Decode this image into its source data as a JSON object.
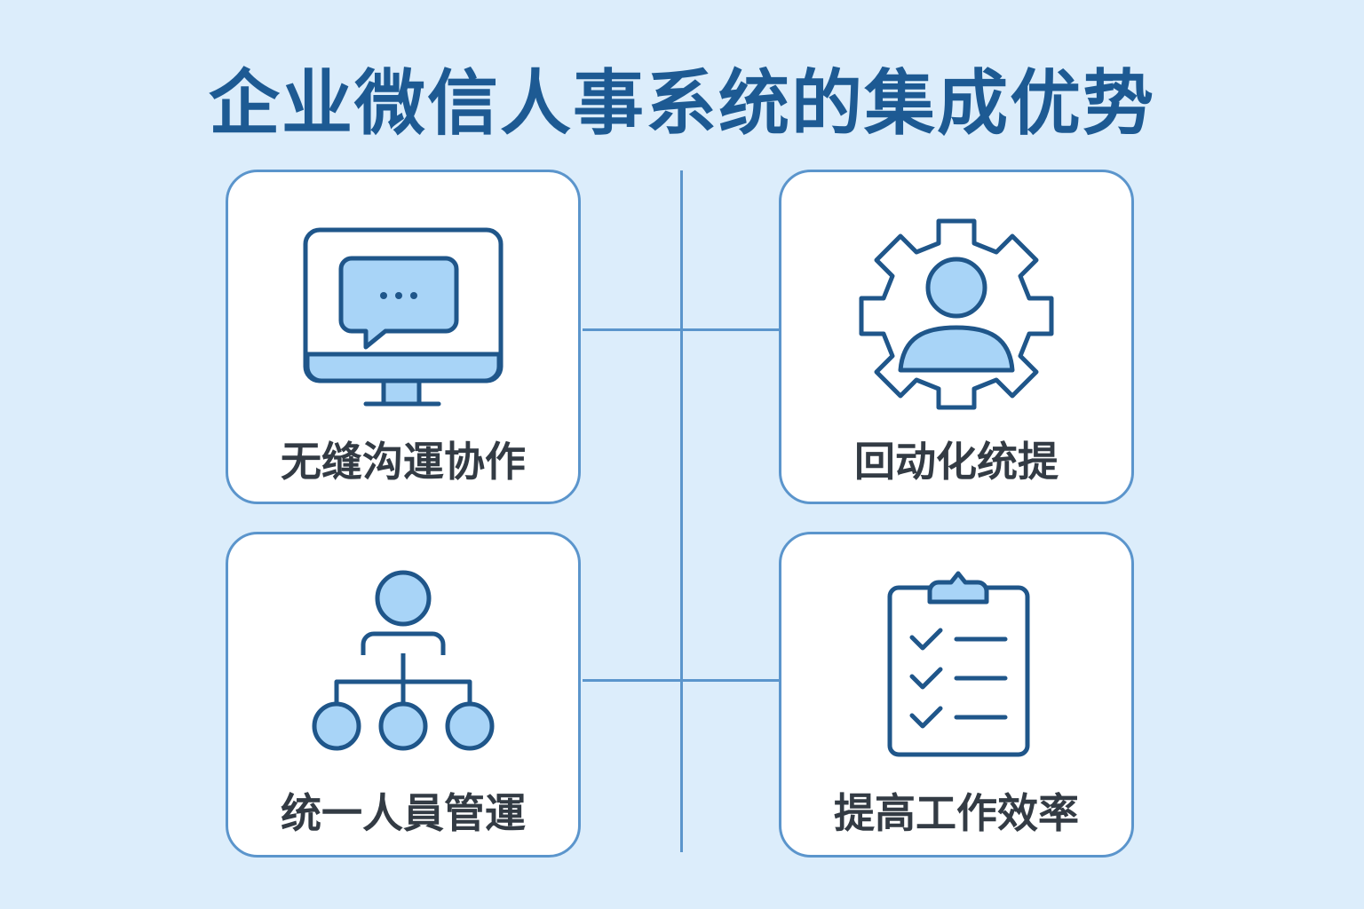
{
  "title": "企业微信人事系统的集成优势",
  "cards": [
    {
      "label": "无缝沟運协作",
      "icon": "monitor-chat-icon"
    },
    {
      "label": "回动化统提",
      "icon": "gear-person-icon"
    },
    {
      "label": "统一人員管運",
      "icon": "org-chart-icon"
    },
    {
      "label": "提高工作效率",
      "icon": "clipboard-checklist-icon"
    }
  ],
  "colors": {
    "background": "#dcedfb",
    "title": "#1d5a93",
    "stroke": "#1f568a",
    "fill": "#a8d4f7",
    "border": "#5b95cc"
  }
}
